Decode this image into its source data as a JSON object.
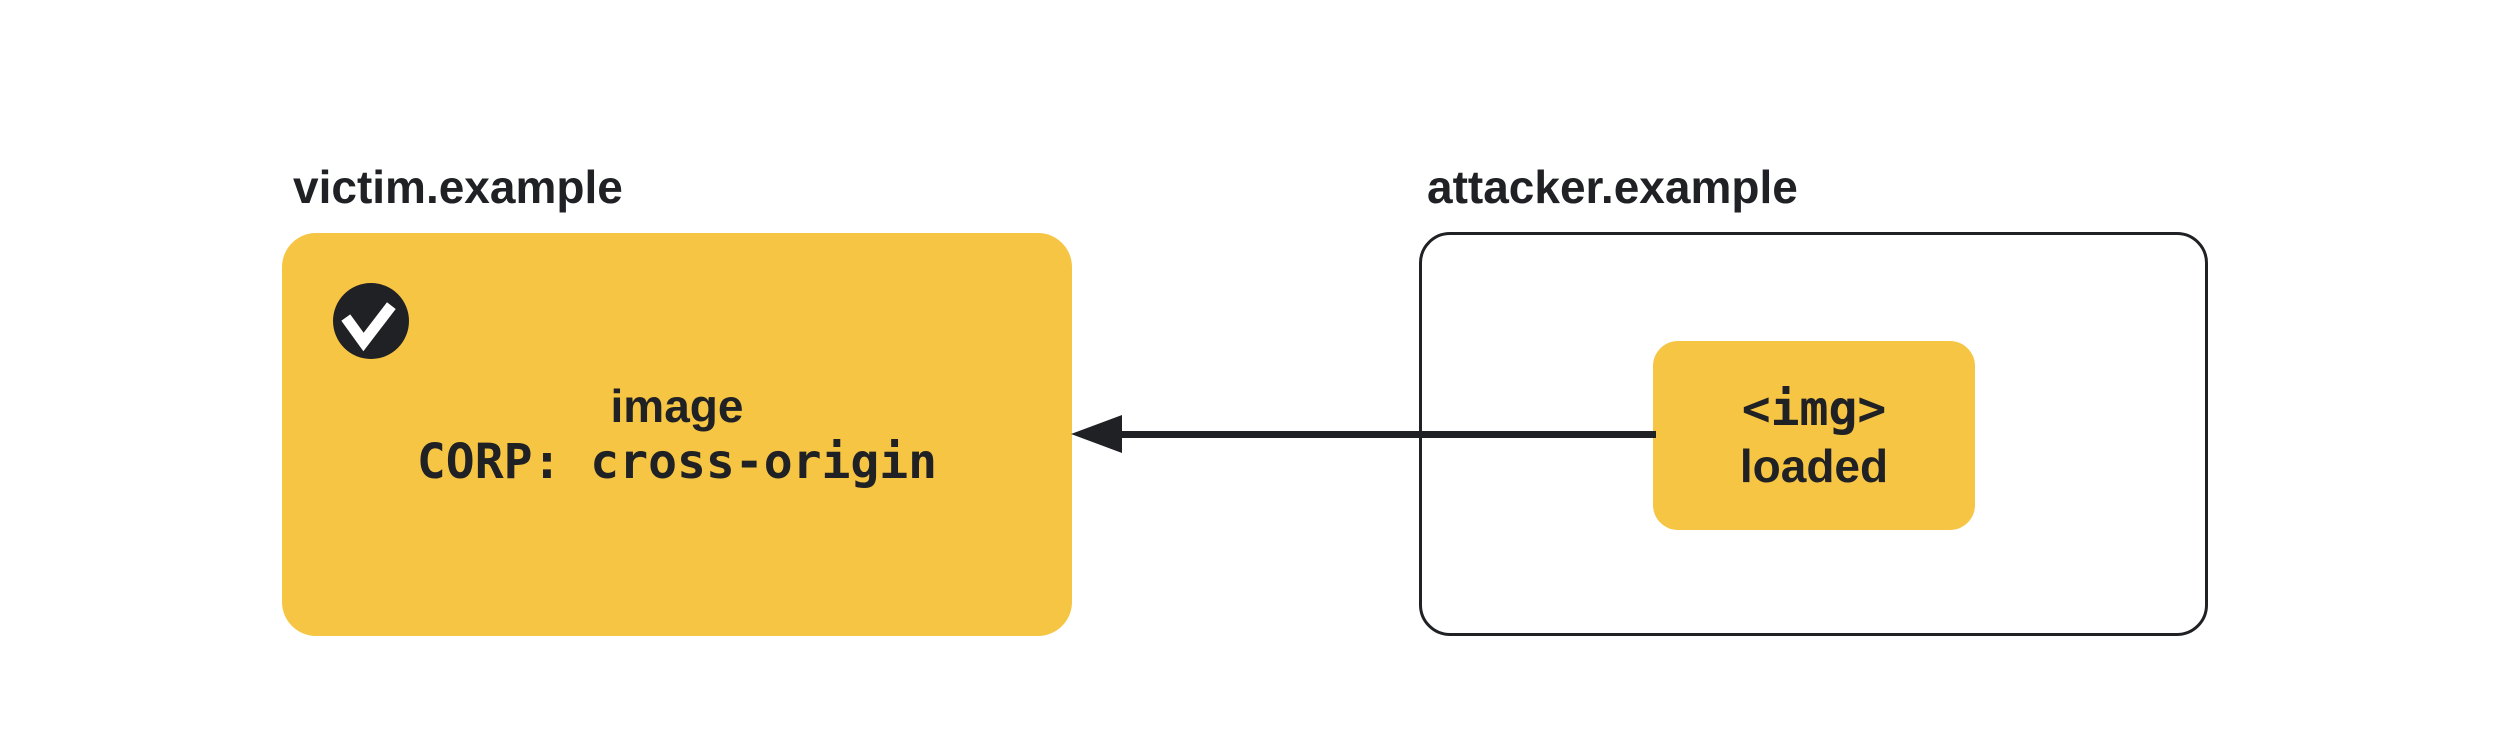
{
  "colors": {
    "yellow": "#F7C544",
    "ink": "#202124",
    "background": "#FFFFFF"
  },
  "victim": {
    "title": "victim.example",
    "status_icon": "check-circle",
    "resource_label": "image",
    "corp_header": "CORP: cross-origin"
  },
  "attacker": {
    "title": "attacker.example",
    "img_tag": "<img>",
    "loaded_label": "loaded"
  },
  "arrow": {
    "direction": "right-to-left",
    "from": "attacker.example",
    "to": "victim.example"
  }
}
